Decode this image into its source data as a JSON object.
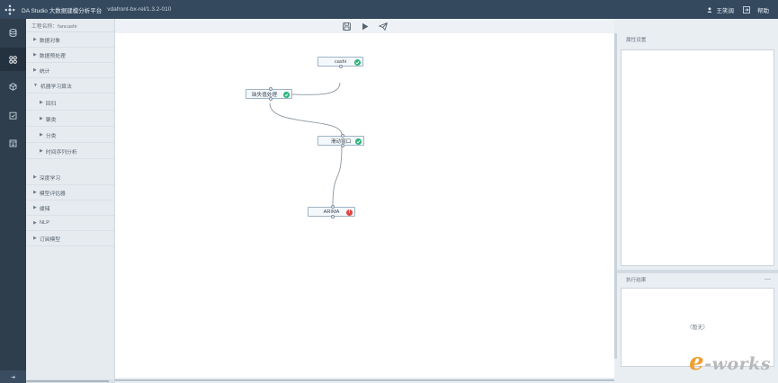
{
  "header": {
    "title": "DA Studio 大数据建模分析平台",
    "version": "vdafront-bx-rel/1.3.2-010",
    "user": "王笑阔",
    "help": "帮助"
  },
  "project": {
    "label": "工程名称：fancashi"
  },
  "tree": {
    "items": [
      {
        "label": "数据对象",
        "arrow": "▶"
      },
      {
        "label": "数据预处理",
        "arrow": "▶"
      },
      {
        "label": "统计",
        "arrow": "▶"
      },
      {
        "label": "机器学习算法",
        "arrow": "▼"
      },
      {
        "label": "回归",
        "arrow": "▶"
      },
      {
        "label": "聚类",
        "arrow": "▶"
      },
      {
        "label": "分类",
        "arrow": "▶"
      },
      {
        "label": "时间序列分析",
        "arrow": "▶"
      },
      {
        "label": "深度学习",
        "arrow": "▶"
      },
      {
        "label": "模型评估器",
        "arrow": "▶"
      },
      {
        "label": "缓储",
        "arrow": "▶"
      },
      {
        "label": "NLP",
        "arrow": "▶"
      },
      {
        "label": "订阅模型",
        "arrow": "▶"
      }
    ]
  },
  "nodes": [
    {
      "label": "cashi",
      "status": "ok"
    },
    {
      "label": "缺失值处理",
      "status": "ok"
    },
    {
      "label": "滑动窗口",
      "status": "ok"
    },
    {
      "label": "ARIMA",
      "status": "error"
    }
  ],
  "right_panel": {
    "props_title": "属性设置",
    "result_title": "执行结果",
    "result_empty": "（暂无）",
    "collapse_symbol": "—"
  },
  "watermark": {
    "e": "e",
    "rest": "-works"
  },
  "colors": {
    "topbar": "#34495e",
    "iconbar": "#2f3e4c",
    "ok": "#2ab27b",
    "error": "#e0443c"
  }
}
